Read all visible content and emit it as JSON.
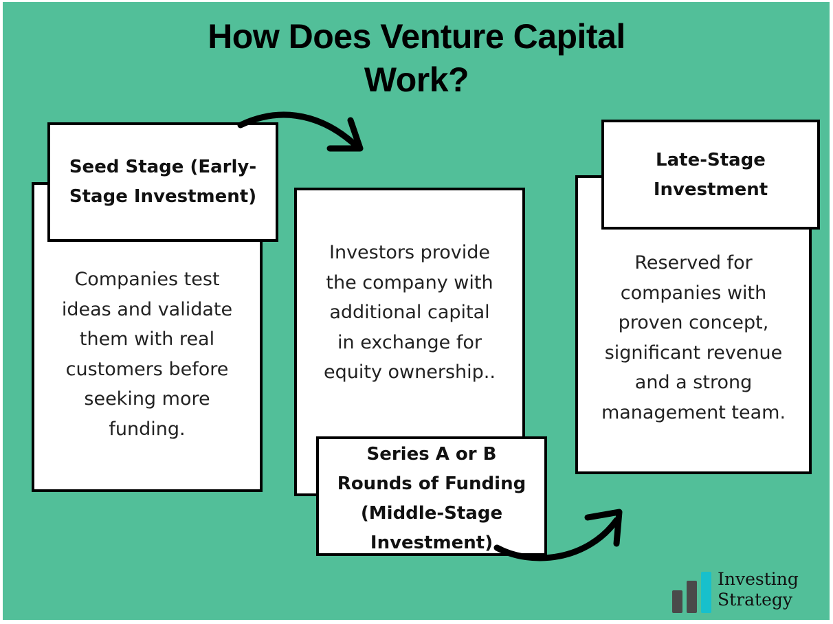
{
  "title": {
    "line1": "How Does Venture Capital",
    "line2": "Work?"
  },
  "colors": {
    "background": "#52bf99",
    "box_fill": "#ffffff",
    "box_border": "#000000",
    "logo_bar_dark": "#4a4a4a",
    "logo_bar_accent": "#17c0cc"
  },
  "stages": [
    {
      "heading_lines": [
        "Seed Stage (Early-",
        "Stage Investment)"
      ],
      "body_lines": [
        "Companies test",
        "ideas and validate",
        "them with real",
        "customers before",
        "seeking more",
        "funding."
      ]
    },
    {
      "heading_lines": [
        "Series A or B",
        "Rounds of Funding",
        "(Middle-Stage",
        "Investment)"
      ],
      "body_lines": [
        "Investors provide",
        "the company with",
        "additional capital",
        "in exchange for",
        "equity ownership.."
      ]
    },
    {
      "heading_lines": [
        "Late-Stage",
        "Investment"
      ],
      "body_lines": [
        "Reserved for",
        "companies with",
        "proven concept,",
        "significant revenue",
        "and a strong",
        "management team."
      ]
    }
  ],
  "logo": {
    "line1": "Investing",
    "line2": "Strategy",
    "icon": "bar-chart-icon"
  }
}
